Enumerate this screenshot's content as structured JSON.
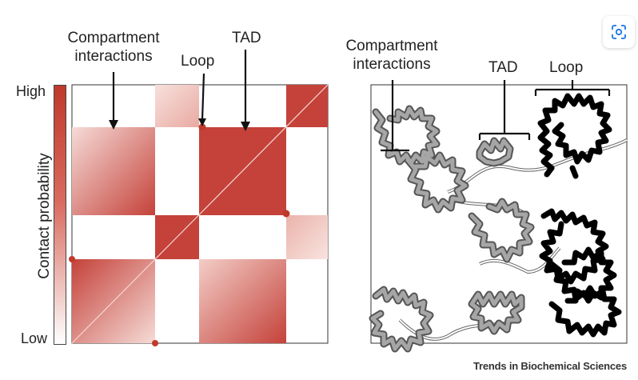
{
  "heatmap": {
    "labels": {
      "compartment_line1": "Compartment",
      "compartment_line2": "interactions",
      "loop": "Loop",
      "tad": "TAD"
    },
    "colorbar": {
      "high": "High",
      "low": "Low",
      "axis_label": "Contact probability"
    },
    "colors": {
      "dark": "#c0392b",
      "light": "#f3d6d2",
      "dot": "#c0392b"
    }
  },
  "chromatin": {
    "labels": {
      "compartment_line1": "Compartment",
      "compartment_line2": "interactions",
      "tad": "TAD",
      "loop": "Loop"
    },
    "colors": {
      "gray_fiber": "#9a9a9a",
      "black_fiber": "#000000"
    }
  },
  "footer": {
    "journal": "Trends in Biochemical Sciences"
  },
  "toolbar": {
    "lens_icon": "lens-icon"
  }
}
